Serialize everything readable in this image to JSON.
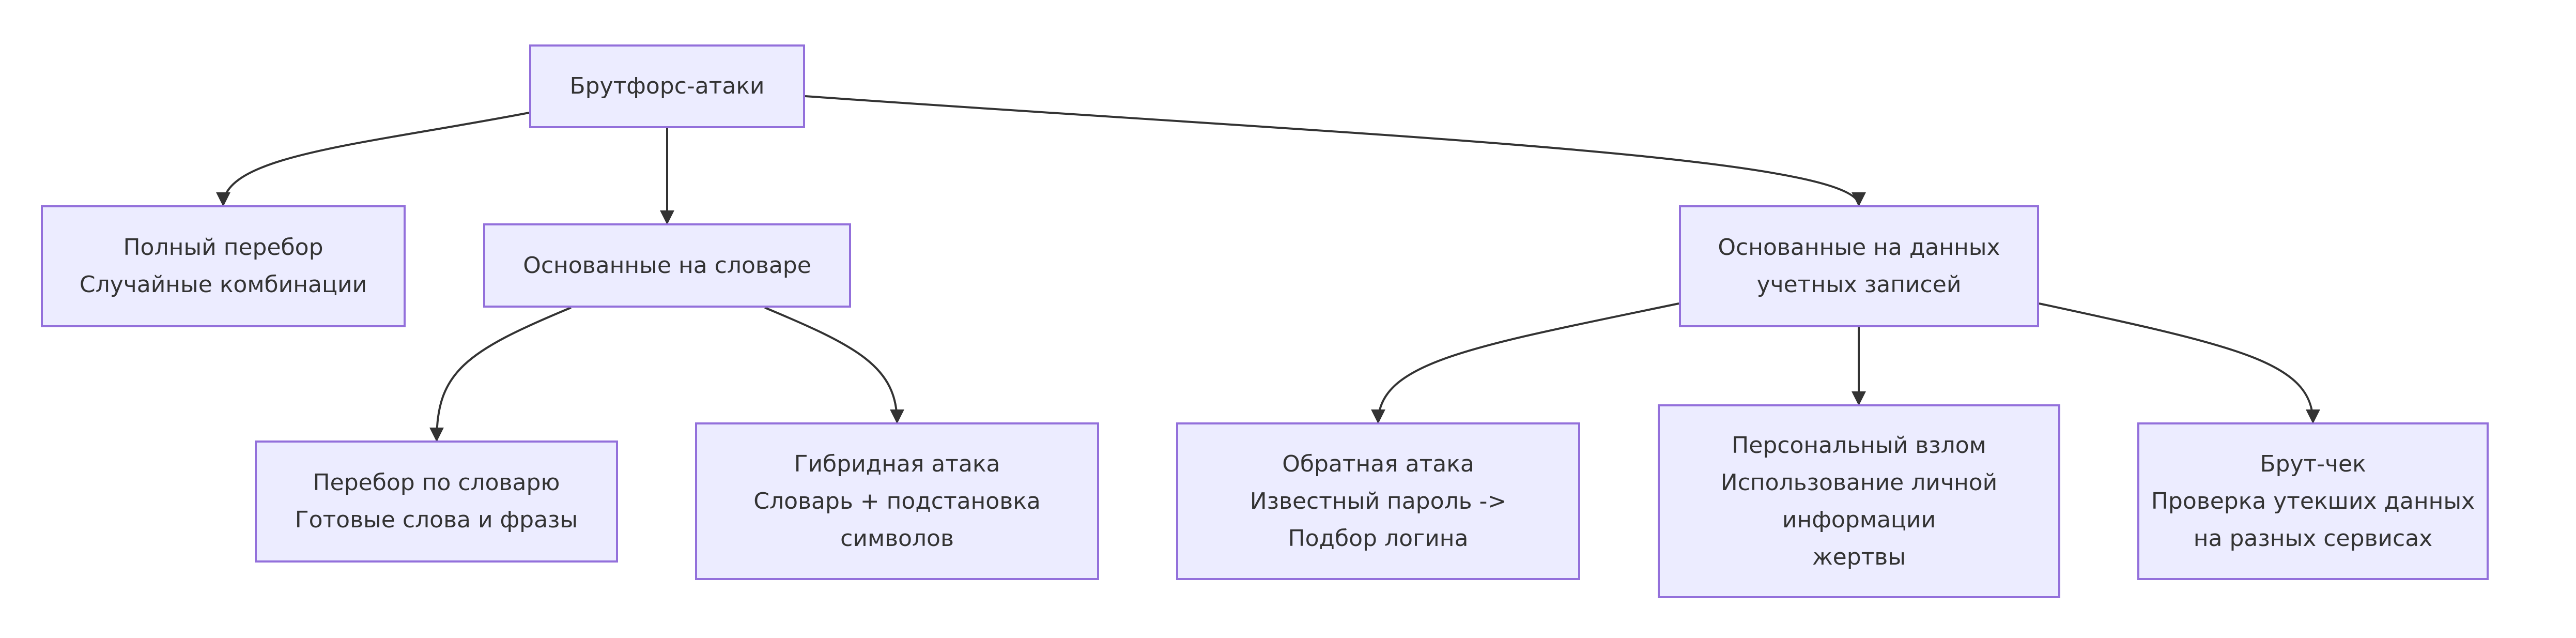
{
  "diagram": {
    "colors": {
      "node_fill": "#ECECFF",
      "node_border": "#9370DB",
      "edge": "#333333",
      "text": "#333333"
    },
    "nodes": [
      {
        "id": "root",
        "lines": [
          "Брутфорс-атаки"
        ]
      },
      {
        "id": "full",
        "lines": [
          "Полный перебор",
          "Случайные комбинации"
        ]
      },
      {
        "id": "dict",
        "lines": [
          "Основанные на словаре"
        ]
      },
      {
        "id": "account",
        "lines": [
          "Основанные на данных",
          "учетных записей"
        ]
      },
      {
        "id": "dictwords",
        "lines": [
          "Перебор по словарю",
          "Готовые слова и фразы"
        ]
      },
      {
        "id": "hybrid",
        "lines": [
          "Гибридная атака",
          "Словарь + подстановка",
          "символов"
        ]
      },
      {
        "id": "reverse",
        "lines": [
          "Обратная атака",
          "Известный пароль ->",
          "Подбор логина"
        ]
      },
      {
        "id": "personal",
        "lines": [
          "Персональный взлом",
          "Использование личной",
          "информации",
          "жертвы"
        ]
      },
      {
        "id": "brutcheck",
        "lines": [
          "Брут-чек",
          "Проверка утекших данных",
          "на разных сервисах"
        ]
      }
    ],
    "edges": [
      {
        "from": "root",
        "to": "full"
      },
      {
        "from": "root",
        "to": "dict"
      },
      {
        "from": "root",
        "to": "account"
      },
      {
        "from": "dict",
        "to": "dictwords"
      },
      {
        "from": "dict",
        "to": "hybrid"
      },
      {
        "from": "account",
        "to": "reverse"
      },
      {
        "from": "account",
        "to": "personal"
      },
      {
        "from": "account",
        "to": "brutcheck"
      }
    ]
  }
}
